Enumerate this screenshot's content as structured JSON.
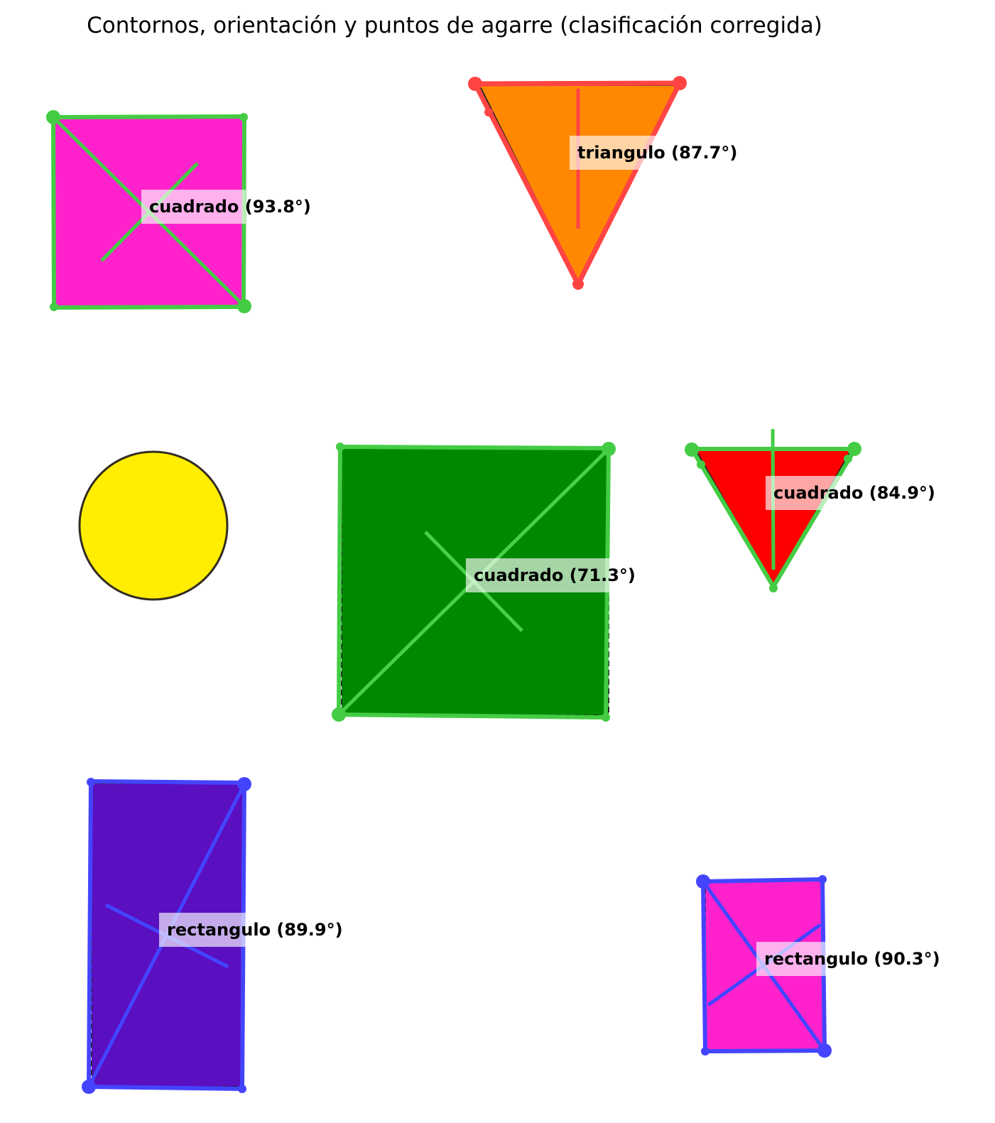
{
  "title": "Contornos, orientación y puntos de agarre (clasificación corregida)",
  "colors": {
    "green_overlay": "#44cc44",
    "blue_overlay": "#4444ff",
    "red_overlay": "#ff4444",
    "magenta_fill": "#ff22cc",
    "orange_fill": "#ff8800",
    "yellow_fill": "#ffee00",
    "dark_green_fill": "#008800",
    "red_fill": "#ff0000",
    "purple_fill": "#5a0fc0",
    "background": "#ffffff"
  },
  "detections": [
    {
      "class": "cuadrado",
      "angle": "93.8°",
      "label": "cuadrado  (93.8°)",
      "fill": "magenta"
    },
    {
      "class": "triangulo",
      "angle": "87.7°",
      "label": "triangulo  (87.7°)",
      "fill": "orange"
    },
    {
      "class": "cuadrado",
      "angle": "71.3°",
      "label": "cuadrado  (71.3°)",
      "fill": "dark-green"
    },
    {
      "class": "cuadrado",
      "angle": "84.9°",
      "label": "cuadrado  (84.9°)",
      "fill": "red"
    },
    {
      "class": "rectangulo",
      "angle": "89.9°",
      "label": "rectangulo  (89.9°)",
      "fill": "purple"
    },
    {
      "class": "rectangulo",
      "angle": "90.3°",
      "label": "rectangulo  (90.3°)",
      "fill": "magenta"
    }
  ],
  "undetected_shapes": [
    {
      "shape": "circle",
      "fill": "yellow"
    }
  ]
}
